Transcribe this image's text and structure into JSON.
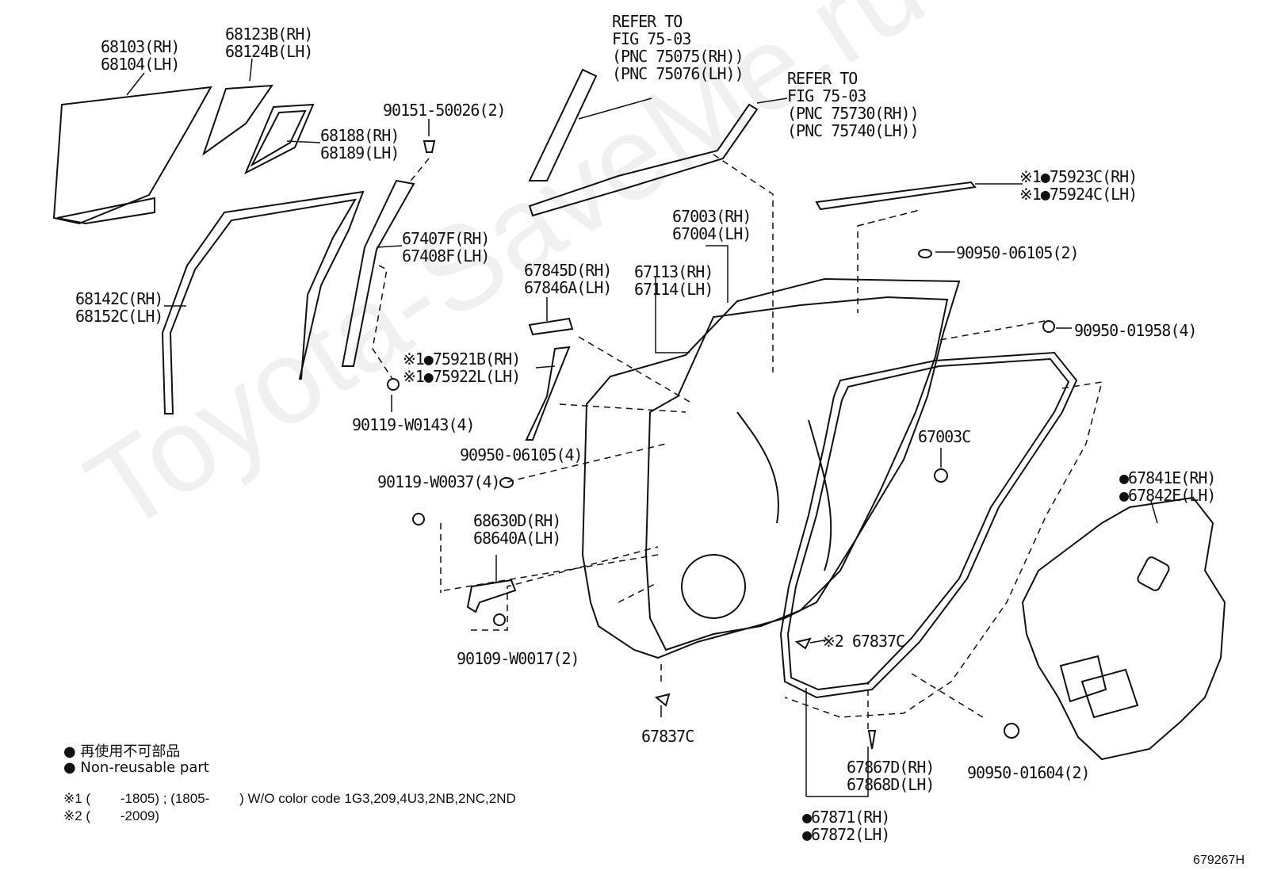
{
  "watermark": "Toyota-SaveMe.ru",
  "figure_code": "679267H",
  "refer_blocks": [
    {
      "lines": [
        "REFER TO",
        "FIG 75-03",
        "(PNC 75075(RH))",
        "(PNC 75076(LH))"
      ]
    },
    {
      "lines": [
        "REFER TO",
        "FIG 75-03",
        "(PNC 75730(RH))",
        "(PNC 75740(LH))"
      ]
    }
  ],
  "parts": [
    {
      "lines": [
        "68103(RH)",
        "68104(LH)"
      ]
    },
    {
      "lines": [
        "68123B(RH)",
        "68124B(LH)"
      ]
    },
    {
      "lines": [
        "68188(RH)",
        "68189(LH)"
      ]
    },
    {
      "lines": [
        "90151-50026(2)"
      ]
    },
    {
      "lines": [
        "67407F(RH)",
        "67408F(LH)"
      ]
    },
    {
      "lines": [
        "68142C(RH)",
        "68152C(LH)"
      ]
    },
    {
      "lines": [
        "※1●75921B(RH)",
        "※1●75922L(LH)"
      ]
    },
    {
      "lines": [
        "90119-W0143(4)"
      ]
    },
    {
      "lines": [
        "67845D(RH)",
        "67846A(LH)"
      ]
    },
    {
      "lines": [
        "67003(RH)",
        "67004(LH)"
      ]
    },
    {
      "lines": [
        "67113(RH)",
        "67114(LH)"
      ]
    },
    {
      "lines": [
        "※1●75923C(RH)",
        "※1●75924C(LH)"
      ]
    },
    {
      "lines": [
        "90950-06105(2)"
      ]
    },
    {
      "lines": [
        "90950-01958(4)"
      ]
    },
    {
      "lines": [
        "90950-06105(4)"
      ]
    },
    {
      "lines": [
        "90119-W0037(4)"
      ]
    },
    {
      "lines": [
        "68630D(RH)",
        "68640A(LH)"
      ]
    },
    {
      "lines": [
        "90109-W0017(2)"
      ]
    },
    {
      "lines": [
        "67003C"
      ]
    },
    {
      "lines": [
        "●67841E(RH)",
        "●67842E(LH)"
      ]
    },
    {
      "lines": [
        "※2 67837C"
      ]
    },
    {
      "lines": [
        "67837C"
      ]
    },
    {
      "lines": [
        "67867D(RH)",
        "67868D(LH)"
      ]
    },
    {
      "lines": [
        "90950-01604(2)"
      ]
    },
    {
      "lines": [
        "●67871(RH)",
        "●67872(LH)"
      ]
    }
  ],
  "legend": [
    "● 再使用不可部品",
    "● Non-reusable part"
  ],
  "notes": [
    "※1 (        -1805) ; (1805-        ) W/O color code 1G3,209,4U3,2NB,2NC,2ND",
    "※2 (        -2009)"
  ]
}
